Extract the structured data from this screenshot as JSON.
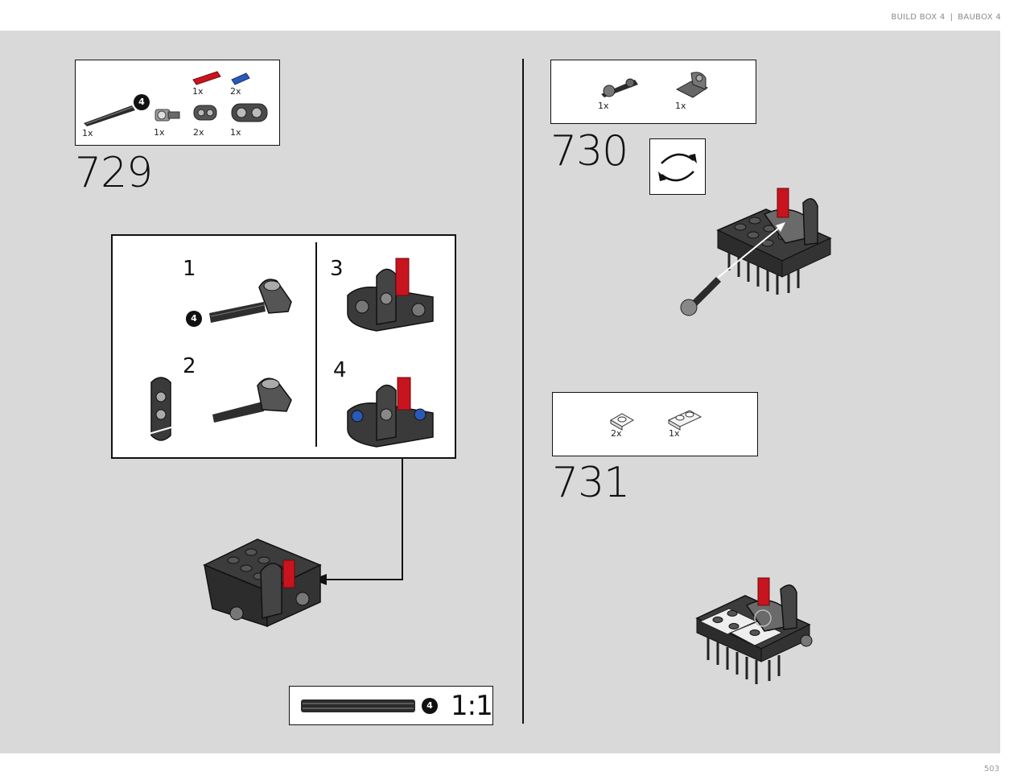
{
  "header": {
    "left": "BUILD BOX 4",
    "right": "BAUBOX 4"
  },
  "page_number": "503",
  "steps": [
    {
      "number": "729",
      "parts": [
        {
          "name": "black-axle-long",
          "qty": "1x"
        },
        {
          "name": "technic-pin-axle",
          "qty": "1x"
        },
        {
          "name": "beam-connector",
          "qty": "2x"
        },
        {
          "name": "double-beam-connector",
          "qty": "1x"
        },
        {
          "name": "red-axle-short",
          "qty": "1x"
        },
        {
          "name": "blue-pin",
          "qty": "2x"
        }
      ],
      "axle_length": "4",
      "subassembly": {
        "sub_steps": [
          "1",
          "2",
          "3",
          "4"
        ],
        "axle_length": "4"
      }
    },
    {
      "number": "730",
      "parts": [
        {
          "name": "axle-with-stop",
          "qty": "1x"
        },
        {
          "name": "dark-grey-bracket",
          "qty": "1x"
        }
      ],
      "rotate_icon": "rotate-model-icon"
    },
    {
      "number": "731",
      "parts": [
        {
          "name": "white-plate-1x1",
          "qty": "2x"
        },
        {
          "name": "white-plate-1x2",
          "qty": "1x"
        }
      ]
    }
  ],
  "scale_reference": {
    "axle_length": "4",
    "label": "1:1"
  },
  "colors": {
    "panel": "#d9d9d9",
    "brick_dark": "#3a3a3a",
    "brick_red": "#c8141e",
    "brick_blue": "#2a5ab8"
  }
}
